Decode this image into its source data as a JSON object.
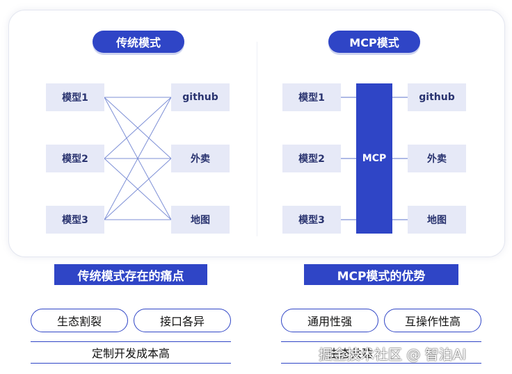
{
  "left": {
    "title": "传统模式",
    "models": [
      "模型1",
      "模型2",
      "模型3"
    ],
    "services": [
      "github",
      "外卖",
      "地图"
    ]
  },
  "right": {
    "title": "MCP模式",
    "models": [
      "模型1",
      "模型2",
      "模型3"
    ],
    "hub": "MCP",
    "services": [
      "github",
      "外卖",
      "地图"
    ]
  },
  "bottom_left": {
    "heading": "传统模式存在的痛点",
    "points": [
      "生态割裂",
      "接口各异"
    ],
    "footer": "定制开发成本高"
  },
  "bottom_right": {
    "heading": "MCP模式的优势",
    "points": [
      "通用性强",
      "互操作性高"
    ],
    "footer": "生态共建"
  },
  "watermark": "掘金技术社区 @ 智泊AI",
  "colors": {
    "accent": "#2f45c6",
    "box_fill": "#e6e9f7",
    "line": "#7d8fd6"
  }
}
